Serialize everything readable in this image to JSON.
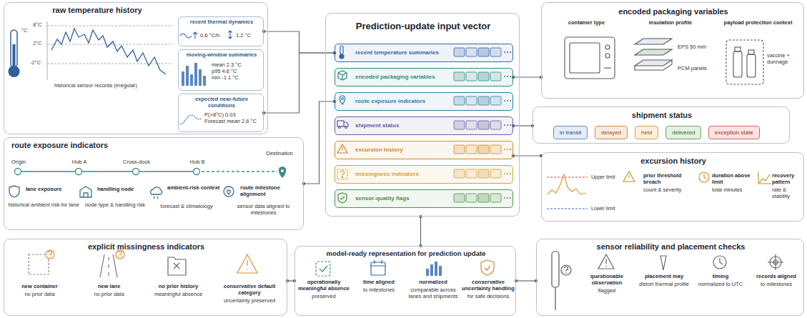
{
  "diagram": {
    "nodes": [
      {
        "text": [
          "raw temperature history",
          "historical sensor records (irregular)"
        ]
      },
      {
        "text": [
          "recent thermal dynamics",
          "0.6 °C/h",
          "1.2 °C"
        ],
        "in": 0
      },
      {
        "text": [
          "moving-window summaries",
          "mean 2.3 °C",
          "p95 4.6 °C",
          "min -1.1 °C"
        ],
        "in": 0
      },
      {
        "text": [
          "expected near-future conditions",
          "P(>8°C) 0.03",
          "Forecast mean 2.6 °C"
        ],
        "in": 0
      },
      {
        "text": [
          "Prediction-update input vector"
        ]
      },
      {
        "text": [
          "recent temperature summaries"
        ],
        "in": 4
      },
      {
        "text": [
          "encoded packaging variables"
        ],
        "in": 4
      },
      {
        "text": [
          "route exposure indicators"
        ],
        "in": 4
      },
      {
        "text": [
          "shipment status"
        ],
        "in": 4
      },
      {
        "text": [
          "excursion history"
        ],
        "in": 4
      },
      {
        "text": [
          "missingness indicators"
        ],
        "in": 4
      },
      {
        "text": [
          "sensor-quality flags"
        ],
        "in": 4
      },
      {
        "text": [
          "encoded packaging variables",
          "container type",
          "insulation profile",
          "payload protection context",
          "EPS 50 mm",
          "PCM panels",
          "vaccine + dunnage"
        ]
      },
      {
        "text": [
          "shipment status"
        ]
      },
      {
        "text": [
          "in transit"
        ],
        "in": 13
      },
      {
        "text": [
          "delayed"
        ],
        "in": 13
      },
      {
        "text": [
          "held"
        ],
        "in": 13
      },
      {
        "text": [
          "delivered"
        ],
        "in": 13
      },
      {
        "text": [
          "exception state"
        ],
        "in": 13
      },
      {
        "text": [
          "excursion history",
          "Upper limit",
          "Lower limit",
          "prior threshold breach",
          "count & severity",
          "duration above limit",
          "total minutes",
          "recovery pattern",
          "rate & stability"
        ]
      },
      {
        "text": [
          "route exposure indicators",
          "Origin",
          "Hub A",
          "Cross-dock",
          "Hub B",
          "Destination",
          "lane exposure",
          "historical ambient risk for lane",
          "handling node",
          "node type & handling risk",
          "ambient-risk context",
          "forecast & climatology",
          "route milestone alignment",
          "sensor data aligned to milestones"
        ]
      },
      {
        "text": [
          "explicit missingness indicators",
          "new container",
          "no prior data",
          "new lane",
          "no prior data",
          "no prior history",
          "meaningful absence",
          "conservative default category",
          "uncertainty preserved"
        ]
      },
      {
        "text": [
          "model-ready representation for prediction update",
          "operationally meaningful absence",
          "preserved",
          "time aligned",
          "to milestones",
          "normalized",
          "comparable across lanes and shipments",
          "conservative uncertainty handling",
          "for safe decisions"
        ]
      },
      {
        "text": [
          "sensor reliability and placement checks",
          "questionable observation",
          "flagged",
          "placement may",
          "distort thermal profile",
          "timing",
          "normalized to UTC",
          "records aligned",
          "to milestones"
        ]
      }
    ],
    "edges": [
      {
        "from": 1,
        "to": 5,
        "arrow": "none"
      },
      {
        "from": 3,
        "to": 5,
        "arrow": "none"
      },
      {
        "from": 6,
        "to": 12,
        "arrow": "none"
      },
      {
        "from": 20,
        "to": 7,
        "arrow": "none"
      },
      {
        "from": 8,
        "to": 13,
        "arrow": "none"
      },
      {
        "from": 9,
        "to": 19,
        "arrow": "none"
      },
      {
        "from": 4,
        "to": 22,
        "arrow": "none"
      },
      {
        "from": 21,
        "to": 22,
        "arrow": "none"
      },
      {
        "from": 22,
        "to": 23,
        "arrow": "none"
      }
    ],
    "labels": [
      "8°C",
      "2°C",
      "-2°C",
      "°C"
    ]
  }
}
